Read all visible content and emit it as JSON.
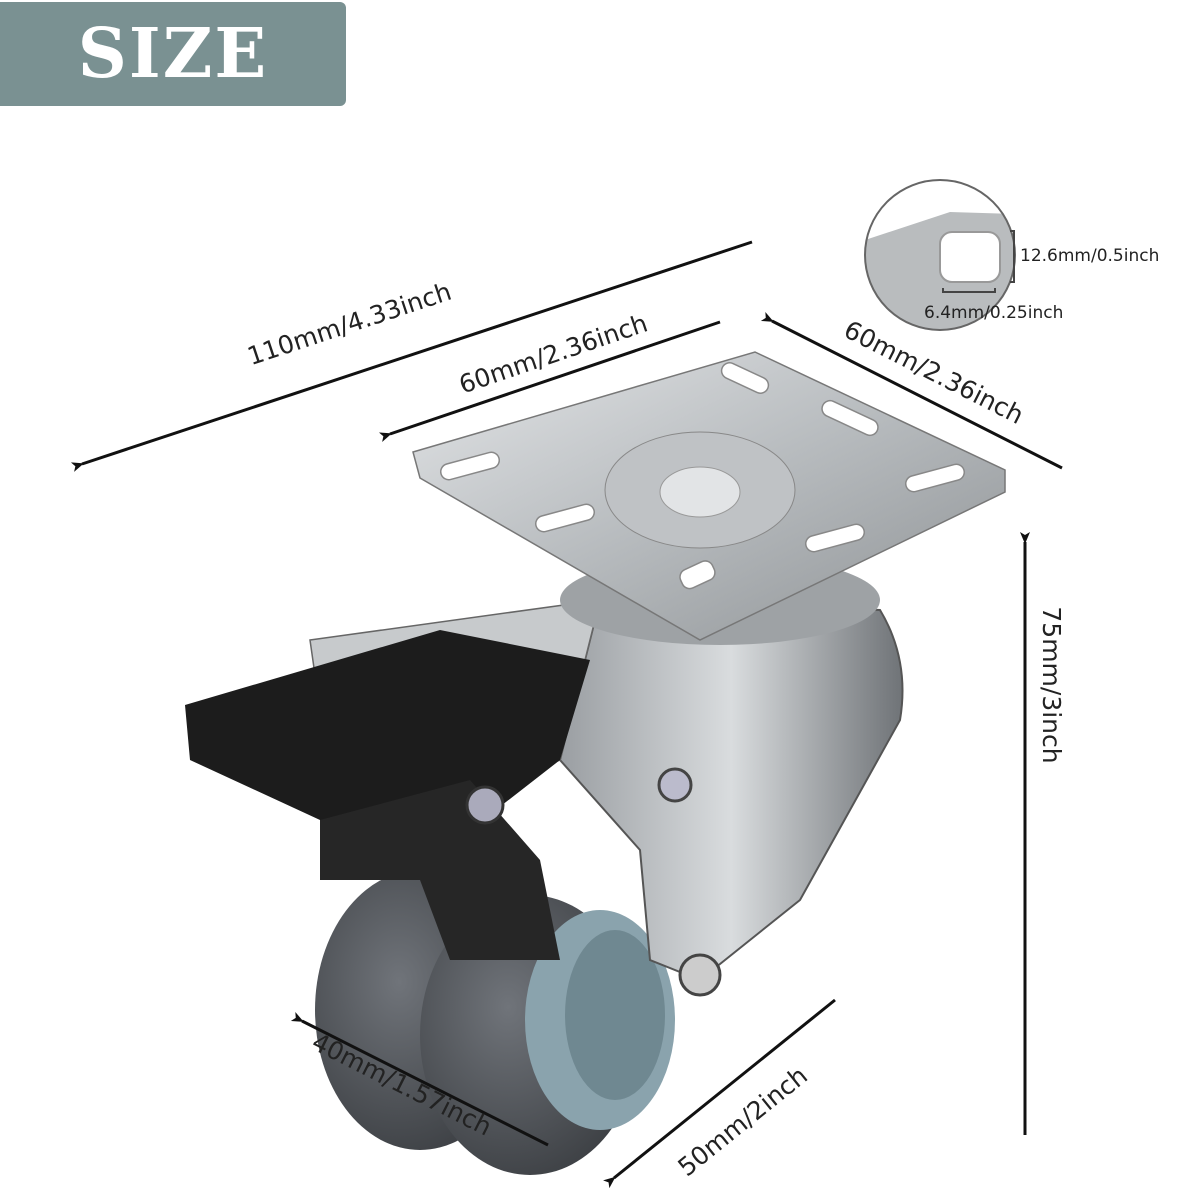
{
  "header": {
    "title": "SIZE",
    "badge_color": "#7a9192"
  },
  "dimensions": {
    "overall_length": "110mm/4.33inch",
    "plate_width": "60mm/2.36inch",
    "plate_depth": "60mm/2.36inch",
    "height": "75mm/3inch",
    "wheel_width": "40mm/1.57inch",
    "wheel_diameter": "50mm/2inch"
  },
  "hole_detail": {
    "hole_length": "12.6mm/0.5inch",
    "hole_width": "6.4mm/0.25inch"
  },
  "colors": {
    "wheel": "#55585c",
    "hub": "#8aa3ad",
    "metal": "#c9ccce",
    "brake": "#1c1c1c"
  }
}
